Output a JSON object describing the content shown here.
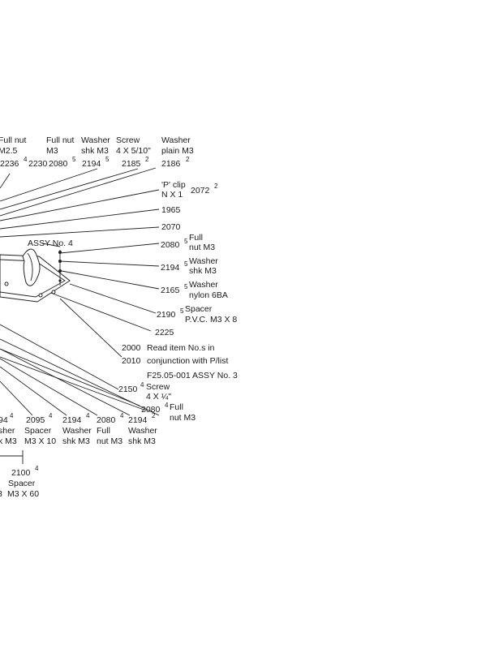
{
  "diagram": {
    "top_labels": {
      "full_nut_m25": [
        "Full nut",
        "M2.5"
      ],
      "full_nut_m3": [
        "Full nut",
        "M3"
      ],
      "washer_shk_m3": [
        "Washer",
        "shk M3"
      ],
      "screw_4x5_10": [
        "Screw",
        "4 X 5/10\""
      ],
      "washer_plain_m3": [
        "Washer",
        "plain M3"
      ]
    },
    "top_numbers": {
      "n2236": "2236",
      "n2236_qty": "4",
      "n2230": "2230",
      "n2080": "2080",
      "n2080_qty": "5",
      "n2194": "2194",
      "n2194_qty": "5",
      "n2185": "2185",
      "n2185_qty": "2",
      "n2186": "2186",
      "n2186_qty": "2"
    },
    "right_callouts": {
      "p_clip_label": [
        "'P' clip",
        "N X 1"
      ],
      "n2072": "2072",
      "n2072_qty": "2",
      "n1965": "1965",
      "n2070": "2070",
      "assy4": "ASSY No. 4",
      "n2080": "2080",
      "n2080_qty": "5",
      "n2080_label": [
        "Full",
        "nut M3"
      ],
      "n2194": "2194",
      "n2194_qty": "5",
      "n2194_label": [
        "Washer",
        "shk M3"
      ],
      "n2165": "2165",
      "n2165_qty": "5",
      "n2165_label": [
        "Washer",
        "nylon 6BA"
      ],
      "n2190": "2190",
      "n2190_qty": "5",
      "n2190_label": [
        "Spacer",
        "P.V.C. M3 X 8"
      ],
      "n2225": "2225"
    },
    "notes": {
      "n2000": "2000",
      "n2000_text": "Read item No.s in",
      "n2010": "2010",
      "n2010_text": "conjunction with P/list",
      "assy3": "F25.05-001 ASSY No. 3"
    },
    "lower_callouts": {
      "n2150": "2150",
      "n2150_qty": "4",
      "n2150_label": [
        "Screw",
        "4 X ¼\""
      ],
      "n2080b": "2080",
      "n2080b_qty": "4",
      "n2080b_label": [
        "Full",
        "nut M3"
      ]
    },
    "bottom_row": {
      "c1_num": "94",
      "c1_qty": "4",
      "c1_label": [
        "sher",
        "k M3"
      ],
      "c2_num": "2095",
      "c2_qty": "4",
      "c2_label": [
        "Spacer",
        "M3 X 10"
      ],
      "c3_num": "2194",
      "c3_qty": "4",
      "c3_label": [
        "Washer",
        "shk M3"
      ],
      "c4_num": "2080",
      "c4_qty": "4",
      "c4_label": [
        "Full",
        "nut M3"
      ],
      "c5_num": "2194",
      "c5_qty": "2",
      "c5_label": [
        "Washer",
        "shk M3"
      ]
    },
    "bottom_spacer": {
      "num": "2100",
      "qty": "4",
      "label": [
        "Spacer",
        "M3 X 60"
      ],
      "left_fragment": "3"
    }
  }
}
